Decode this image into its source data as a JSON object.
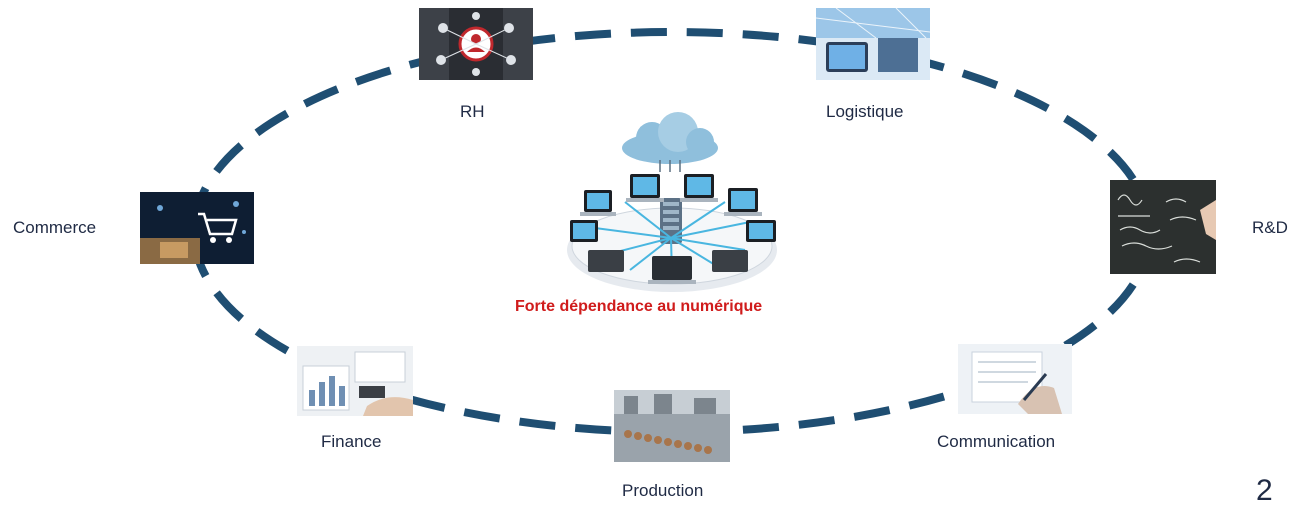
{
  "diagram": {
    "center_caption": "Forte dépendance au numérique",
    "page_number": "2",
    "nodes": [
      {
        "id": "rh",
        "label": "RH",
        "icon": "hr-network-icon"
      },
      {
        "id": "logistique",
        "label": "Logistique",
        "icon": "logistics-tech-icon"
      },
      {
        "id": "rd",
        "label": "R&D",
        "icon": "chalkboard-equations-icon"
      },
      {
        "id": "communication",
        "label": "Communication",
        "icon": "writing-hand-icon"
      },
      {
        "id": "production",
        "label": "Production",
        "icon": "factory-line-icon"
      },
      {
        "id": "finance",
        "label": "Finance",
        "icon": "finance-charts-icon"
      },
      {
        "id": "commerce",
        "label": "Commerce",
        "icon": "shopping-cart-icon"
      }
    ]
  },
  "colors": {
    "ellipse_dash": "#1f4e72",
    "caption": "#d01c1c",
    "label": "#1f2a44"
  }
}
